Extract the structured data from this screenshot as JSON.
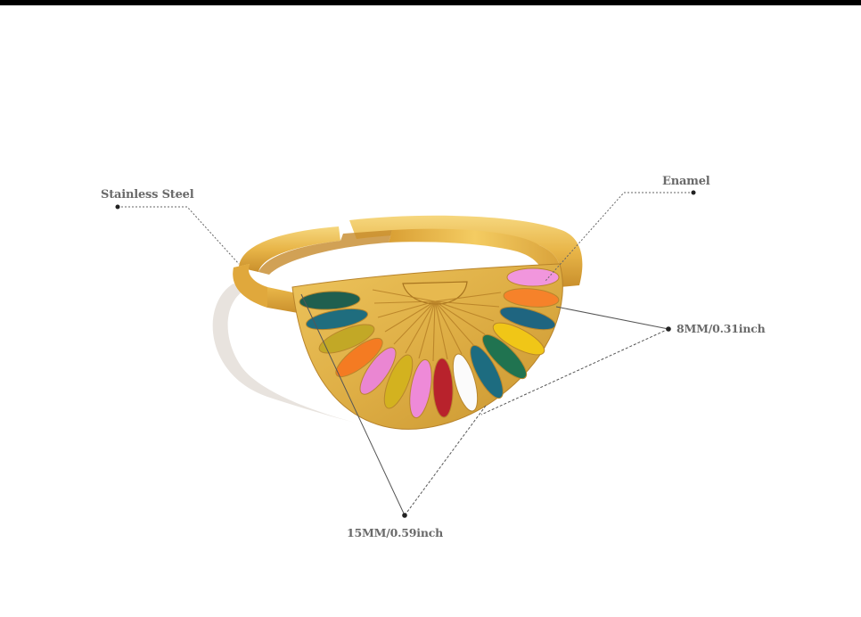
{
  "image": {
    "description": "Gold adjustable ring with half-sun rainbow enamel face, annotated with material and dimension callouts",
    "top_bar_color": "#000000",
    "background": "#ffffff"
  },
  "labels": {
    "material_band": "Stainless Steel",
    "material_face": "Enamel",
    "face_height": "8MM/0.31inch",
    "face_width": "15MM/0.59inch"
  },
  "colors": {
    "gold_light": "#f3cf6e",
    "gold": "#e2ad3b",
    "gold_dark": "#b9832a",
    "shadow": "#e9e5e2",
    "label_text": "#6a6a6a",
    "callout_line": "#555555"
  },
  "enamel_petals": [
    {
      "color": "#1f5f4f"
    },
    {
      "color": "#1f6d7e"
    },
    {
      "color": "#c2a826"
    },
    {
      "color": "#f47b22"
    },
    {
      "color": "#ea86d2"
    },
    {
      "color": "#d3b21f"
    },
    {
      "color": "#ee8ad8"
    },
    {
      "color": "#b8222c"
    },
    {
      "color": "#fbfbfb"
    },
    {
      "color": "#1d6c80"
    },
    {
      "color": "#207350"
    },
    {
      "color": "#f0c617"
    },
    {
      "color": "#1f6580"
    },
    {
      "color": "#f6822a"
    },
    {
      "color": "#f196dd"
    }
  ]
}
